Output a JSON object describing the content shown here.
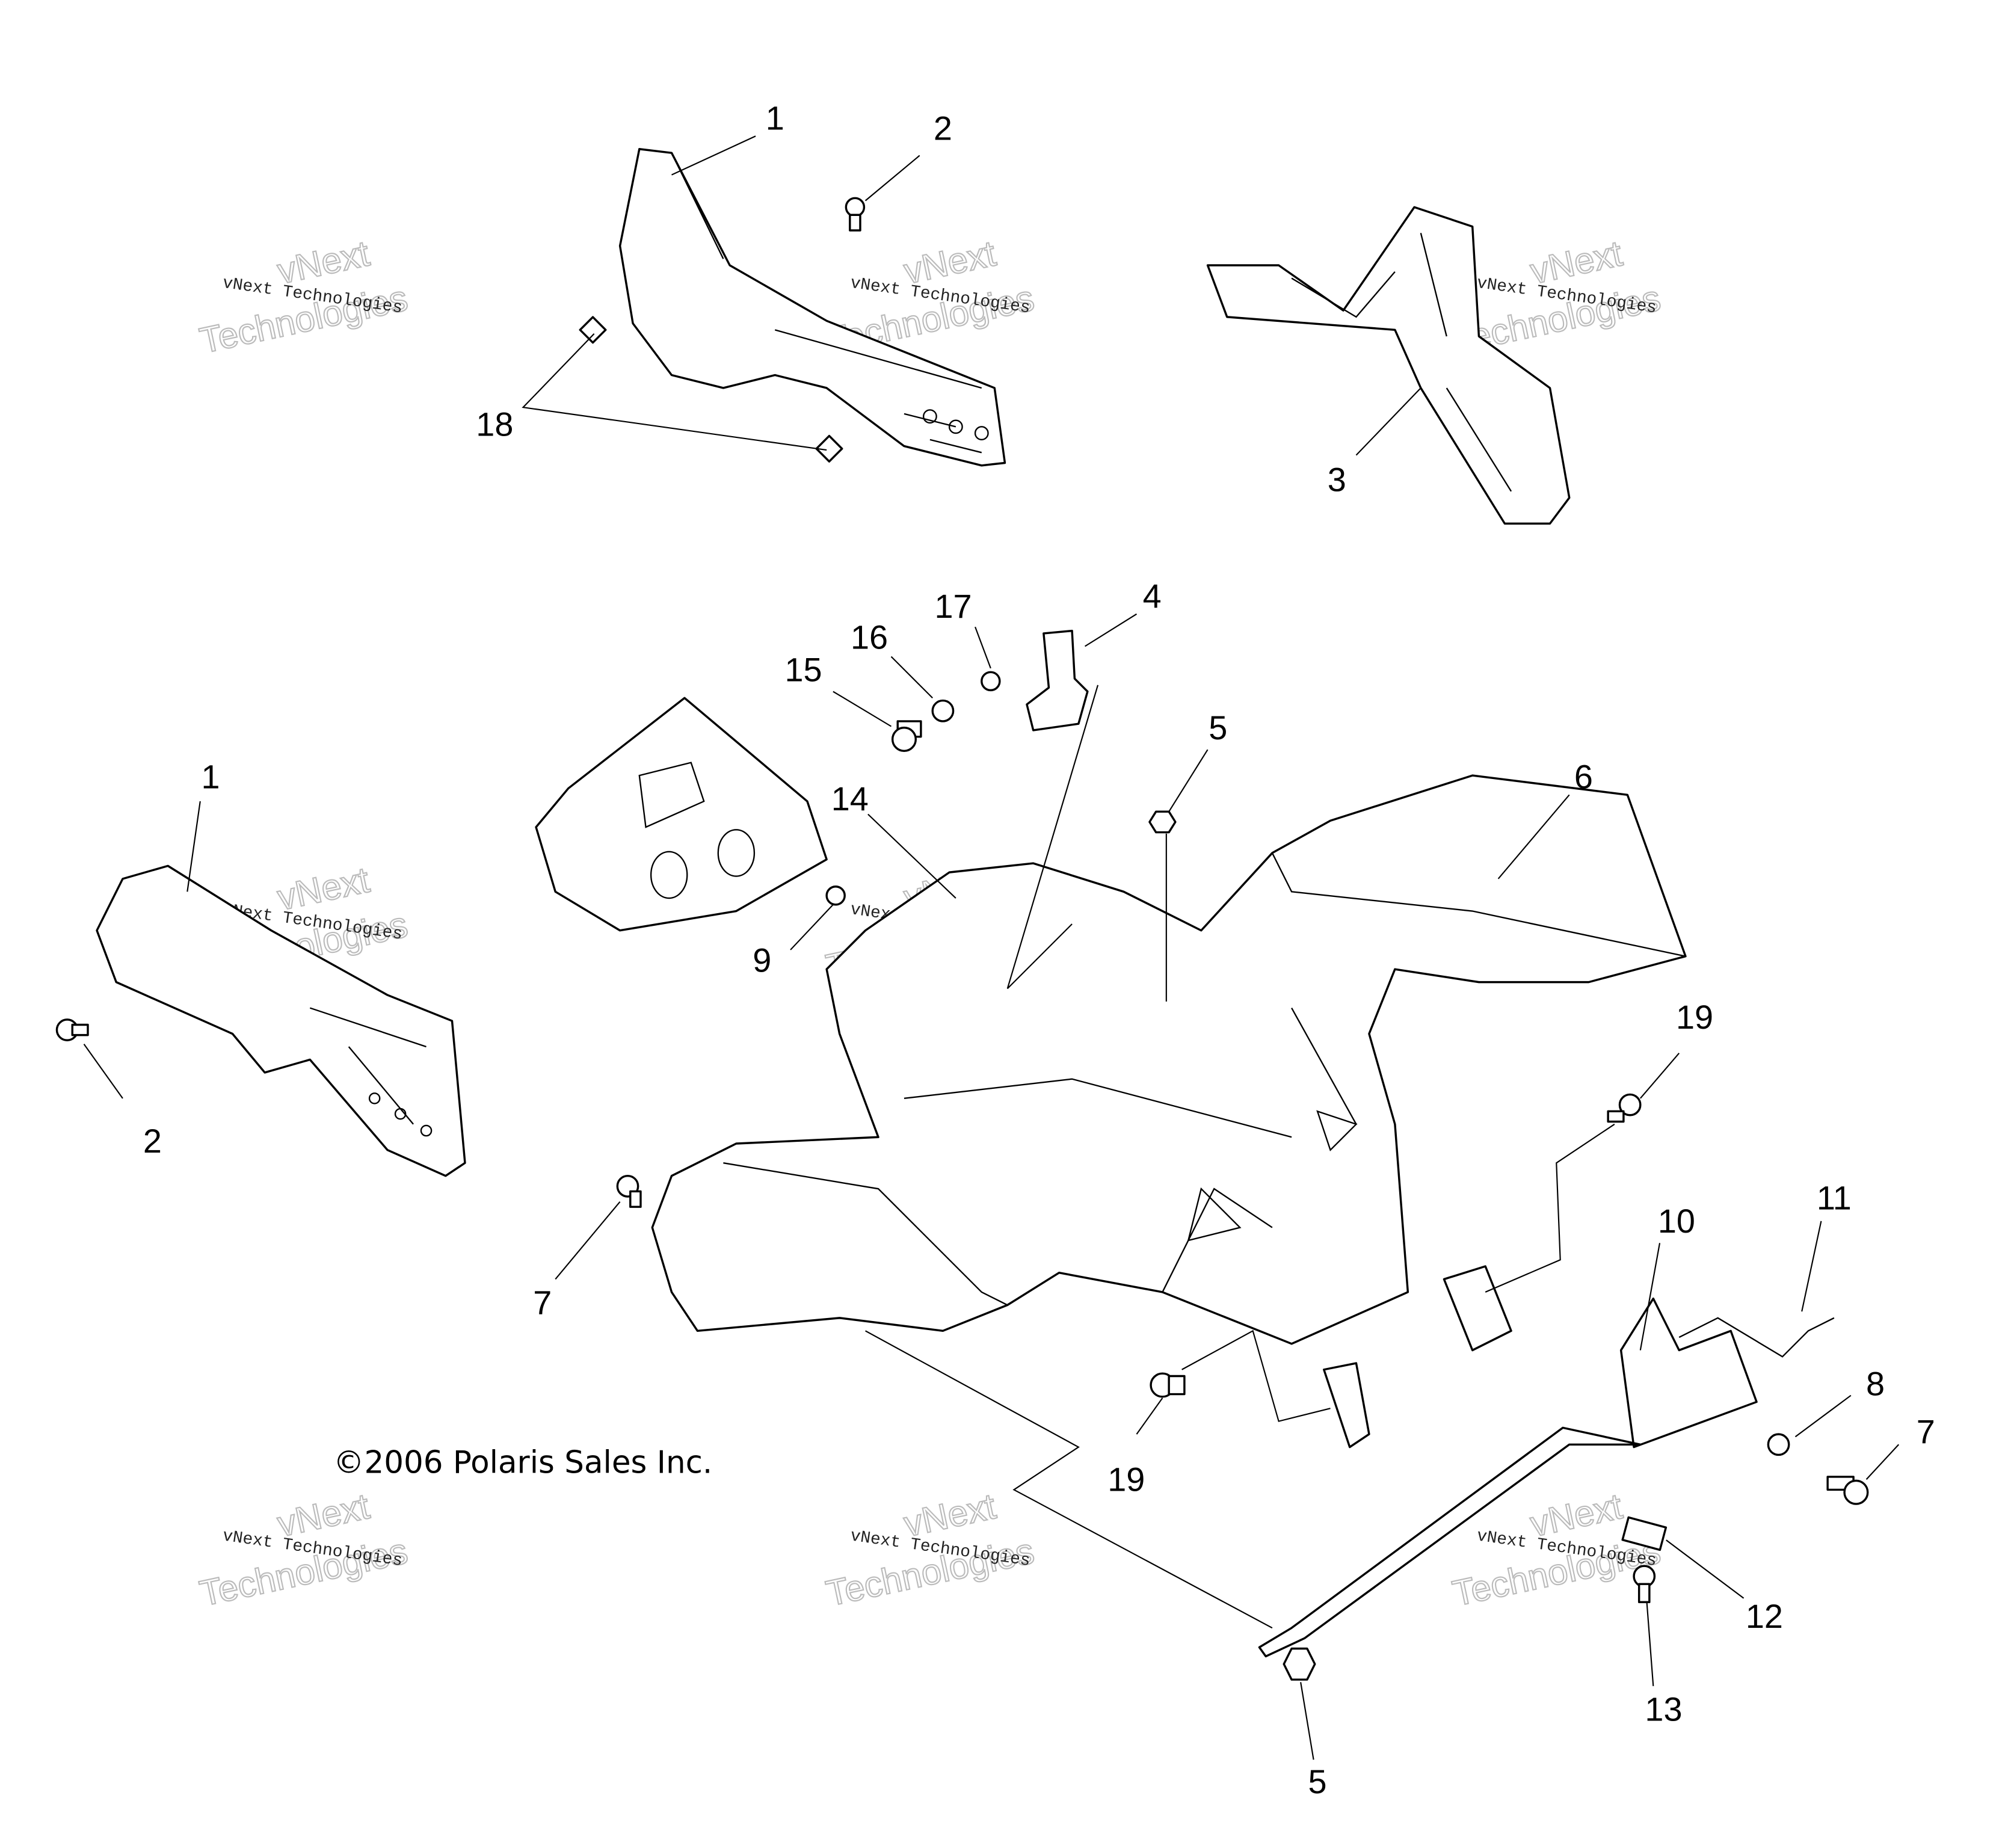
{
  "copyright": "©2006 Polaris Sales Inc.",
  "watermark": {
    "line": "vNext Technologies",
    "big_top": "vNext",
    "big_bottom": "Technologies"
  },
  "callouts": {
    "c1a": "1",
    "c2a": "2",
    "c3": "3",
    "c18": "18",
    "c4": "4",
    "c17": "17",
    "c16": "16",
    "c15": "15",
    "c5a": "5",
    "c6": "6",
    "c14": "14",
    "c9": "9",
    "c1b": "1",
    "c2b": "2",
    "c19a": "19",
    "c10": "10",
    "c11": "11",
    "c7a": "7",
    "c8": "8",
    "c7b": "7",
    "c19b": "19",
    "c12": "12",
    "c13": "13",
    "c5b": "5"
  }
}
